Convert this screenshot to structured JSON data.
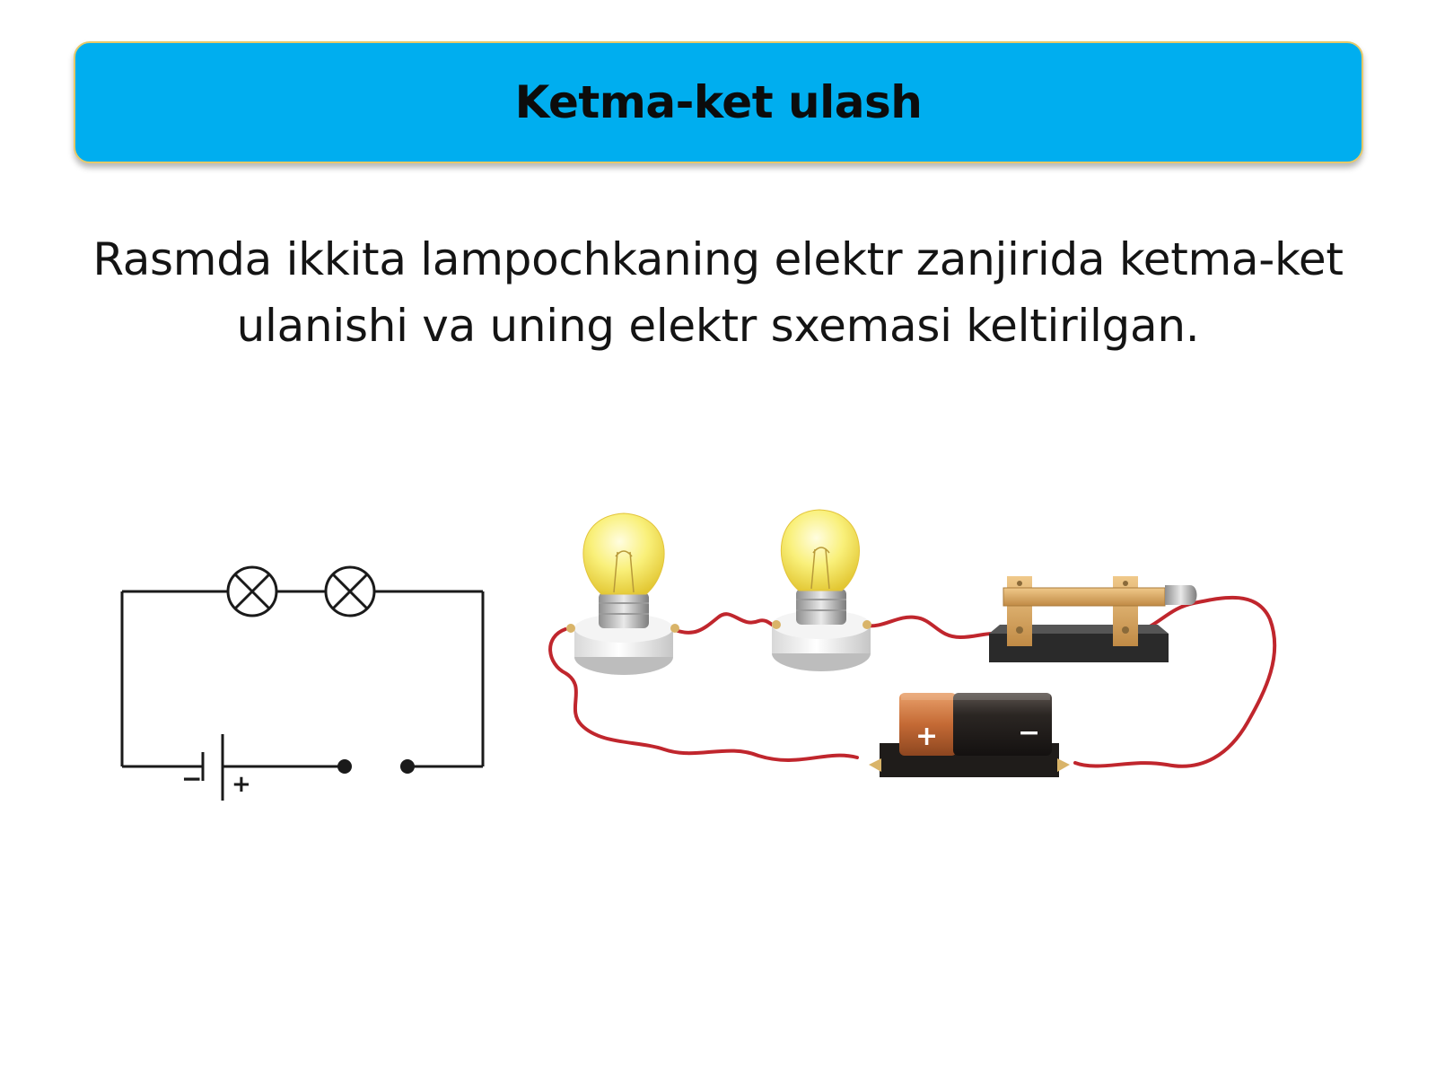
{
  "slide": {
    "title": "Ketma-ket ulash",
    "body": "Rasmda ikkita lampochkaning elektr zanjirida ketma-ket ulanishi va uning elektr sxemasi keltirilgan."
  },
  "schematic": {
    "battery_minus": "−",
    "battery_plus": "+",
    "lamp_count": 2
  },
  "illustration": {
    "battery_plus": "+",
    "battery_minus": "−",
    "bulb_count": 2
  },
  "colors": {
    "banner": "#00aeef",
    "banner_border": "#e6c96a",
    "wire": "#c0262d",
    "bulb_glass": "#f7ee5a",
    "battery_copper": "#c8703a",
    "battery_body": "#2a2522"
  }
}
